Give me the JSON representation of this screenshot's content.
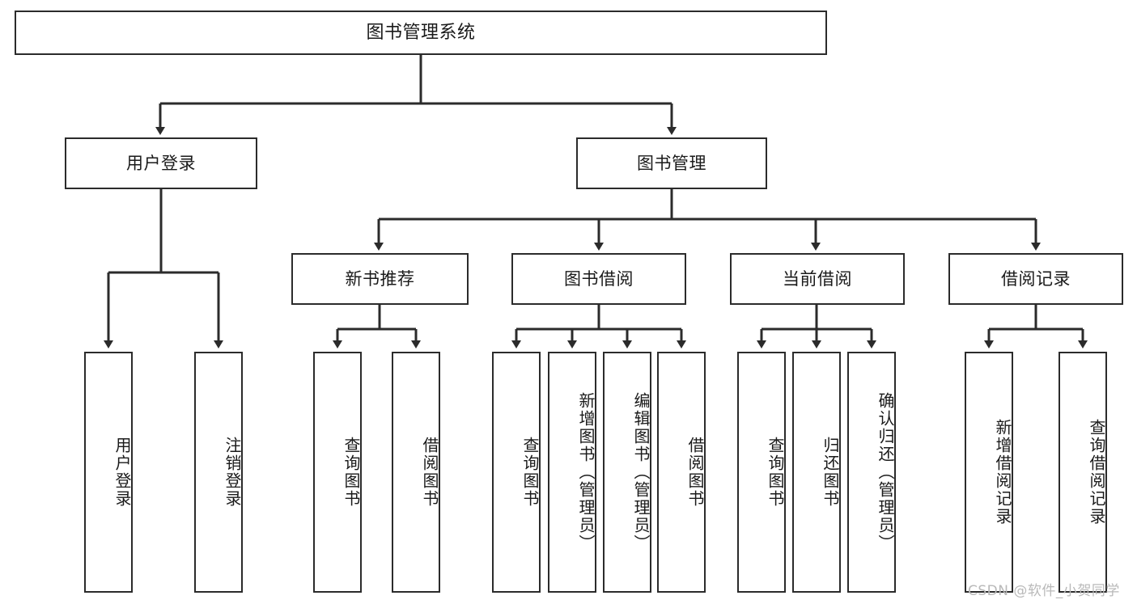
{
  "diagram": {
    "title": "图书管理系统",
    "type": "tree",
    "colors": {
      "stroke": "#2b2b2b",
      "fill": "#ffffff",
      "text": "#1a1a1a",
      "watermark": "#b9b9b9"
    },
    "nodes": {
      "root": {
        "label": "图书管理系统"
      },
      "level1": [
        {
          "id": "user-login",
          "label": "用户登录"
        },
        {
          "id": "book-manage",
          "label": "图书管理"
        }
      ],
      "level2": [
        {
          "id": "new-book-recommend",
          "label": "新书推荐"
        },
        {
          "id": "book-borrow",
          "label": "图书借阅"
        },
        {
          "id": "current-borrow",
          "label": "当前借阅"
        },
        {
          "id": "borrow-record",
          "label": "借阅记录"
        }
      ],
      "leaves": {
        "user_login": [
          {
            "id": "leaf-user-login",
            "label": "用户登录"
          },
          {
            "id": "leaf-logout-login",
            "label": "注销登录"
          }
        ],
        "new_book_recommend": [
          {
            "id": "leaf-query-book-1",
            "label": "查询图书"
          },
          {
            "id": "leaf-borrow-book-1",
            "label": "借阅图书"
          }
        ],
        "book_borrow": [
          {
            "id": "leaf-query-book-2",
            "label": "查询图书"
          },
          {
            "id": "leaf-add-book",
            "label": "新增图书（管理员）"
          },
          {
            "id": "leaf-edit-book",
            "label": "编辑图书（管理员）"
          },
          {
            "id": "leaf-borrow-book-2",
            "label": "借阅图书"
          }
        ],
        "current_borrow": [
          {
            "id": "leaf-query-book-3",
            "label": "查询图书"
          },
          {
            "id": "leaf-return-book",
            "label": "归还图书"
          },
          {
            "id": "leaf-confirm-return",
            "label": "确认归还（管理员）"
          }
        ],
        "borrow_record": [
          {
            "id": "leaf-add-record",
            "label": "新增借阅记录"
          },
          {
            "id": "leaf-query-record",
            "label": "查询借阅记录"
          }
        ]
      }
    }
  },
  "watermark": {
    "text": "CSDN @软件_小贺同学"
  }
}
